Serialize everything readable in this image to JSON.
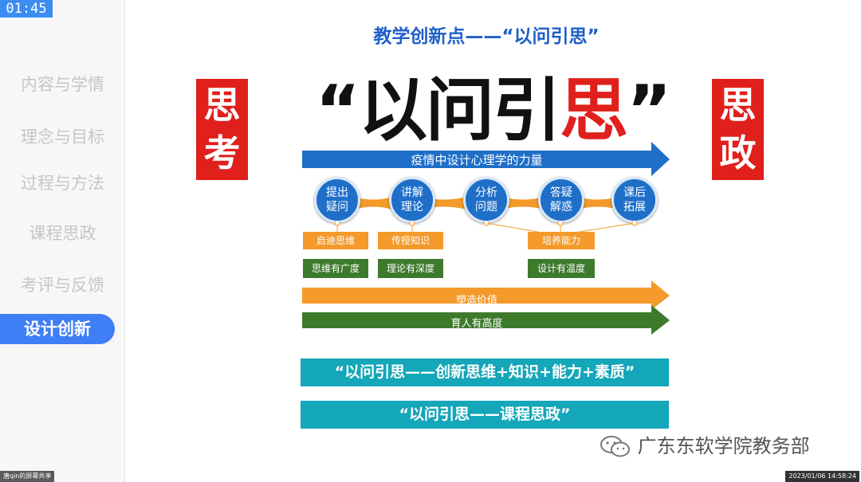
{
  "timer": "01:45",
  "sidebar": {
    "items": [
      {
        "label": "内容与学情"
      },
      {
        "label": "理念与目标"
      },
      {
        "label": "过程与方法"
      },
      {
        "label": "课程思政"
      },
      {
        "label": "考评与反馈"
      },
      {
        "label": "设计创新"
      }
    ],
    "active_index": 5
  },
  "slide": {
    "title": "教学创新点——“以问引思”",
    "big_title_prefix": "“以问引",
    "big_title_highlight": "思",
    "big_title_suffix": "”",
    "left_box": [
      "思",
      "考"
    ],
    "right_box": [
      "思",
      "政"
    ],
    "top_arrow": "疫情中设计心理学的力量",
    "circles": [
      {
        "line1": "提出",
        "line2": "疑问"
      },
      {
        "line1": "讲解",
        "line2": "理论"
      },
      {
        "line1": "分析",
        "line2": "问题"
      },
      {
        "line1": "答疑",
        "line2": "解惑"
      },
      {
        "line1": "课后",
        "line2": "拓展"
      }
    ],
    "orange_tags": [
      "启迪思维",
      "传授知识",
      "培养能力"
    ],
    "green_tags": [
      "思维有广度",
      "理论有深度",
      "设计有温度"
    ],
    "arrow_orange": "塑造价值",
    "arrow_green": "育人有高度",
    "banner1": "“以问引思——创新思维+知识+能力+素质”",
    "banner2": "“以问引思——课程思政”",
    "colors": {
      "blue": "#1f6fc9",
      "red": "#e0201c",
      "orange": "#f39a2a",
      "green": "#3d7a2c",
      "teal": "#14a6b9"
    }
  },
  "watermark": "广东东软学院教务部",
  "footer_left": "唐qin的屏幕共享",
  "footer_right": "2023/01/06 14:58:24"
}
